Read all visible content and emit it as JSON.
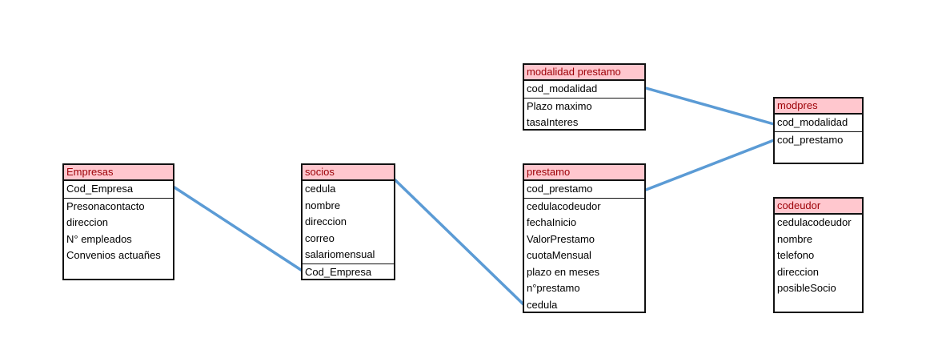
{
  "colors": {
    "header_fill": "#ffc7ce",
    "header_text": "#9c0006",
    "border": "#111111",
    "connector": "#5b9bd5"
  },
  "tables": {
    "empresas": {
      "title": "Empresas",
      "pk": [
        "Cod_Empresa"
      ],
      "fields": [
        "Presonacontacto",
        "direccion",
        "N° empleados",
        "Convenios actuañes"
      ]
    },
    "socios": {
      "title": "socios",
      "fields": [
        "cedula",
        "nombre",
        "direccion",
        "correo",
        "salariomensual"
      ],
      "fk": [
        "Cod_Empresa"
      ]
    },
    "prestamo": {
      "title": "prestamo",
      "pk": [
        "cod_prestamo"
      ],
      "fields": [
        "cedulacodeudor",
        "fechaInicio",
        "ValorPrestamo",
        "cuotaMensual",
        "plazo en meses",
        "n°prestamo",
        "cedula"
      ]
    },
    "modalidad": {
      "title": "modalidad prestamo",
      "pk": [
        "cod_modalidad"
      ],
      "fields": [
        "Plazo maximo",
        "tasaInteres"
      ]
    },
    "modpres": {
      "title": "modpres",
      "pk": [
        "cod_modalidad"
      ],
      "fields": [
        "cod_prestamo"
      ]
    },
    "codeudor": {
      "title": "codeudor",
      "fields": [
        "cedulacodeudor",
        "nombre",
        "telefono",
        "direccion",
        "posibleSocio"
      ]
    }
  }
}
